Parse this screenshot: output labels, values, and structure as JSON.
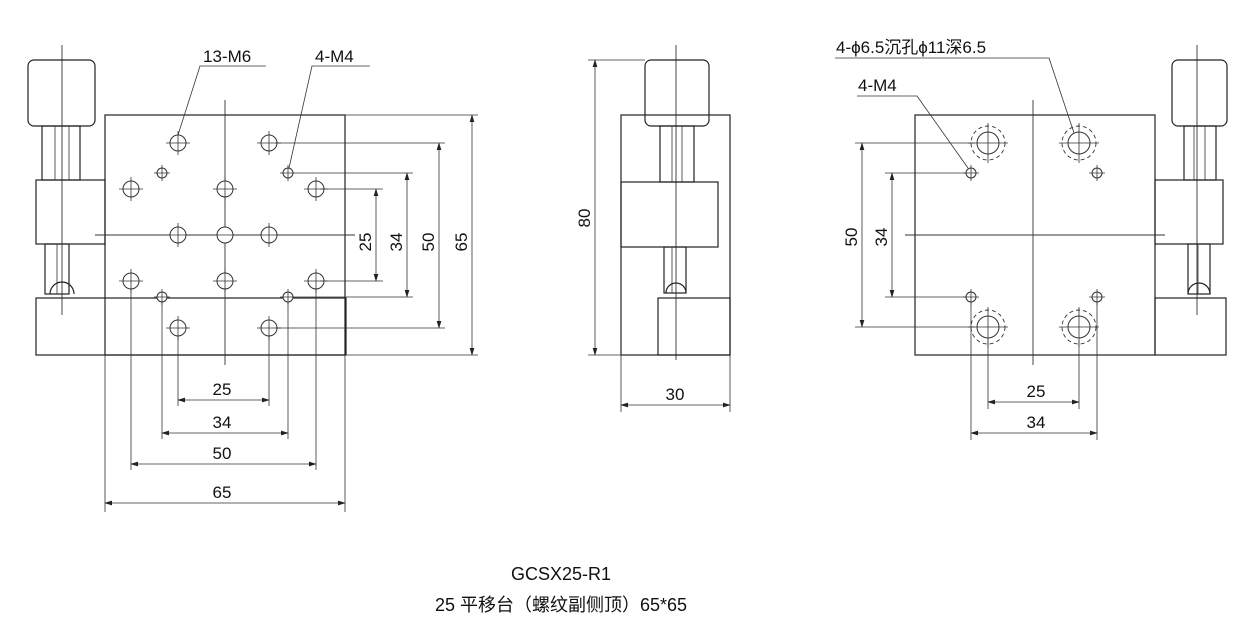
{
  "callouts": {
    "front_holes_large": "13-M6",
    "front_holes_small": "4-M4",
    "back_counterbore": "4-ϕ6.5沉孔ϕ11深6.5",
    "back_holes_small": "4-M4"
  },
  "dimensions": {
    "front_vertical": [
      "25",
      "34",
      "50",
      "65"
    ],
    "front_horizontal": [
      "25",
      "34",
      "50",
      "65"
    ],
    "side_height": "80",
    "side_width": "30",
    "back_vertical": [
      "50",
      "34"
    ],
    "back_horizontal": [
      "25",
      "34"
    ]
  },
  "caption": {
    "model": "GCSX25-R1",
    "description": "25 平移台（螺纹副侧顶）65*65"
  }
}
